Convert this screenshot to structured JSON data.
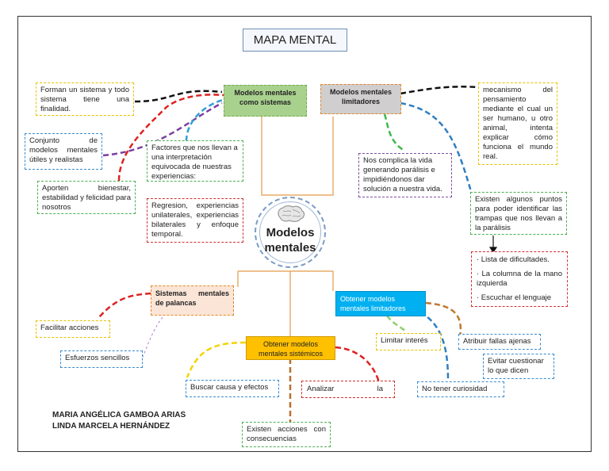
{
  "title": "MAPA MENTAL",
  "center": "Modelos mentales",
  "nodes": {
    "sistemas": "Modelos mentales como sistemas",
    "limitadores": "Modelos mentales limitadores",
    "palancas": "Sistemas mentales de palancas",
    "obtener_sistemicos": "Obtener modelos mentales sistémicos",
    "obtener_limitadores": "Obtener modelos mentales limitadores"
  },
  "leaves": {
    "forman": "Forman un sistema y todo sistema tiene una finalidad.",
    "conjunto": "Conjunto de modelos mentales útiles y realistas",
    "aporten": "Aporten bienestar, estabilidad y felicidad para nosotros",
    "factores": "Factores que nos llevan a una interpretación equivocada de nuestras experiencias:",
    "regresion": "Regresion, experiencias unilaterales, experiencias bilaterales y enfoque temporal.",
    "mecanismo": "mecanismo del pensamiento mediante el cual un ser humano, u otro animal, intenta explicar cómo funciona el mundo real.",
    "complica": "Nos complica la vida generando parálisis e impidiéndonos dar solución a nuestra vida.",
    "existen_puntos": "Existen algunos puntos para poder identificar las trampas que nos llevan a la parálisis",
    "lista_1": "· Lista de dificultades.",
    "lista_2": "· La columna de la mano izquierda",
    "lista_3": "· Escuchar el lenguaje",
    "facilitar": "Facilitar acciones",
    "esfuerzos": "Esfuerzos sencillos",
    "buscar": "Buscar causa y efectos",
    "analizar": "Analizar la",
    "existen_acciones": "Existen acciones con consecuencias",
    "limitar": "Limitar interés",
    "atribuir": "Atribuir fallas ajenas",
    "evitar": "Evitar cuestionar lo que dicen",
    "no_curiosidad": "No tener curiosidad"
  },
  "authors": [
    "MARIA ANGÉLICA GAMBOA ARIAS",
    "LINDA MARCELA HERNÁNDEZ"
  ],
  "colors": {
    "green_node": "#a9d18e",
    "gray_node": "#d0cece",
    "peach_node": "#fbe5d6",
    "gold_node": "#ffc000",
    "blue_node": "#00b0f0",
    "orange_line": "#e08a2b"
  }
}
